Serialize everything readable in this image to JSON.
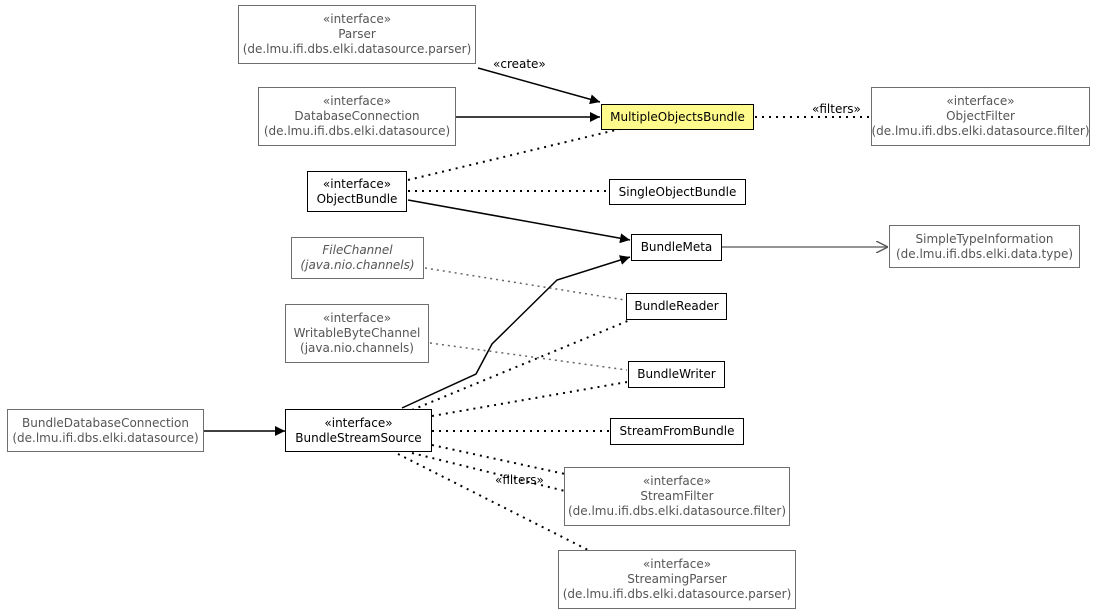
{
  "colors": {
    "highlight_fill": "#fffa8c",
    "external_text": "#555555",
    "external_border": "#6e6e6e",
    "edge": "#000000",
    "external_edge": "#555555"
  },
  "nodes": {
    "parser": {
      "lines": [
        "«interface»",
        "Parser",
        "(de.lmu.ifi.dbs.elki.datasource.parser)"
      ]
    },
    "dbconn": {
      "lines": [
        "«interface»",
        "DatabaseConnection",
        "(de.lmu.ifi.dbs.elki.datasource)"
      ]
    },
    "mob": {
      "lines": [
        "MultipleObjectsBundle"
      ]
    },
    "objfilter": {
      "lines": [
        "«interface»",
        "ObjectFilter",
        "(de.lmu.ifi.dbs.elki.datasource.filter)"
      ]
    },
    "objbundle": {
      "lines": [
        "«interface»",
        "ObjectBundle"
      ]
    },
    "sob": {
      "lines": [
        "SingleObjectBundle"
      ]
    },
    "filechannel": {
      "lines": [
        "FileChannel",
        "(java.nio.channels)"
      ]
    },
    "bundlemeta": {
      "lines": [
        "BundleMeta"
      ]
    },
    "simpletype": {
      "lines": [
        "SimpleTypeInformation",
        "(de.lmu.ifi.dbs.elki.data.type)"
      ]
    },
    "wbc": {
      "lines": [
        "«interface»",
        "WritableByteChannel",
        "(java.nio.channels)"
      ]
    },
    "bundlereader": {
      "lines": [
        "BundleReader"
      ]
    },
    "bundlewriter": {
      "lines": [
        "BundleWriter"
      ]
    },
    "bdbc": {
      "lines": [
        "BundleDatabaseConnection",
        "(de.lmu.ifi.dbs.elki.datasource)"
      ]
    },
    "bss": {
      "lines": [
        "«interface»",
        "BundleStreamSource"
      ]
    },
    "sfb": {
      "lines": [
        "StreamFromBundle"
      ]
    },
    "streamfilter": {
      "lines": [
        "«interface»",
        "StreamFilter",
        "(de.lmu.ifi.dbs.elki.datasource.filter)"
      ]
    },
    "streamingparser": {
      "lines": [
        "«interface»",
        "StreamingParser",
        "(de.lmu.ifi.dbs.elki.datasource.parser)"
      ]
    }
  },
  "edge_labels": {
    "create": "«create»",
    "filters_object": "«filters»",
    "filters_stream": "«filters»"
  },
  "edges": [
    {
      "from": "parser",
      "to": "mob",
      "style": "solid-arrow",
      "label": "create"
    },
    {
      "from": "dbconn",
      "to": "mob",
      "style": "solid-arrow"
    },
    {
      "from": "mob",
      "to": "objfilter",
      "style": "dotted",
      "label": "filters_object"
    },
    {
      "from": "objbundle",
      "to": "mob",
      "style": "dotted"
    },
    {
      "from": "objbundle",
      "to": "sob",
      "style": "dotted"
    },
    {
      "from": "objbundle",
      "to": "bundlemeta",
      "style": "solid-arrow"
    },
    {
      "from": "bundlemeta",
      "to": "simpletype",
      "style": "solid-arrow-gray"
    },
    {
      "from": "filechannel",
      "to": "bundlereader",
      "style": "dotted-gray"
    },
    {
      "from": "wbc",
      "to": "bundlewriter",
      "style": "dotted-gray"
    },
    {
      "from": "bdbc",
      "to": "bss",
      "style": "solid-arrow"
    },
    {
      "from": "bss",
      "to": "bundlemeta",
      "style": "solid-arrow"
    },
    {
      "from": "bss",
      "to": "bundlereader",
      "style": "dotted"
    },
    {
      "from": "bss",
      "to": "bundlewriter",
      "style": "dotted"
    },
    {
      "from": "bss",
      "to": "sfb",
      "style": "dotted"
    },
    {
      "from": "bss",
      "to": "streamfilter",
      "style": "dotted",
      "label": "filters_stream"
    },
    {
      "from": "bss",
      "to": "streamingparser",
      "style": "dotted"
    }
  ]
}
